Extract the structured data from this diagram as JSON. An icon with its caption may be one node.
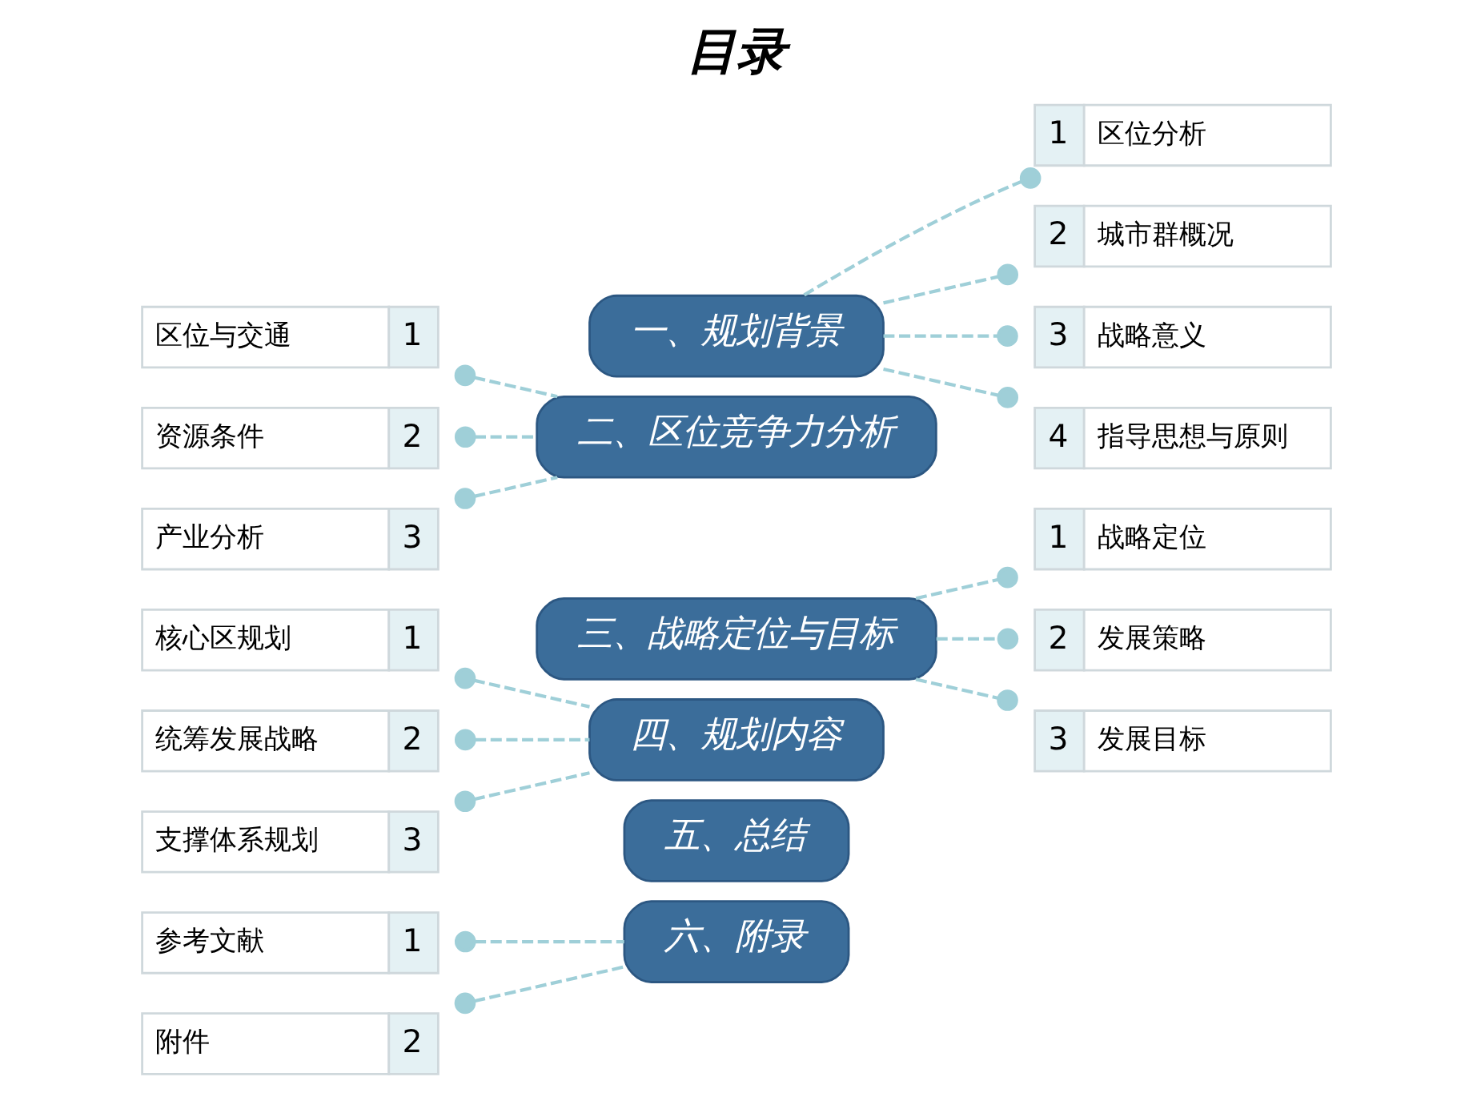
{
  "diagram": {
    "title": "目录",
    "nodes": [
      {
        "text": [
          "一、规划背景"
        ]
      },
      {
        "text": [
          "1",
          "区位分析"
        ]
      },
      {
        "text": [
          "2",
          "城市群概况"
        ]
      },
      {
        "text": [
          "3",
          "战略意义"
        ]
      },
      {
        "text": [
          "4",
          "指导思想与原则"
        ]
      },
      {
        "text": [
          "二、区位竞争力分析"
        ]
      },
      {
        "text": [
          "区位与交通",
          "1"
        ]
      },
      {
        "text": [
          "资源条件",
          "2"
        ]
      },
      {
        "text": [
          "产业分析",
          "3"
        ]
      },
      {
        "text": [
          "三、战略定位与目标"
        ]
      },
      {
        "text": [
          "1",
          "战略定位"
        ]
      },
      {
        "text": [
          "2",
          "发展策略"
        ]
      },
      {
        "text": [
          "3",
          "发展目标"
        ]
      },
      {
        "text": [
          "四、规划内容"
        ]
      },
      {
        "text": [
          "核心区规划",
          "1"
        ]
      },
      {
        "text": [
          "统筹发展战略",
          "2"
        ]
      },
      {
        "text": [
          "支撑体系规划",
          "3"
        ]
      },
      {
        "text": [
          "五、总结"
        ]
      },
      {
        "text": [
          "六、附录"
        ]
      },
      {
        "text": [
          "参考文献",
          "1"
        ]
      },
      {
        "text": [
          "附件",
          "2"
        ]
      }
    ],
    "edges": [
      {
        "from": 0,
        "to": 1,
        "arrow": "other",
        "style": "dashed"
      },
      {
        "from": 0,
        "to": 2,
        "arrow": "other",
        "style": "dashed"
      },
      {
        "from": 0,
        "to": 3,
        "arrow": "other",
        "style": "dashed"
      },
      {
        "from": 0,
        "to": 4,
        "arrow": "other",
        "style": "dashed"
      },
      {
        "from": 5,
        "to": 6,
        "arrow": "other",
        "style": "dashed"
      },
      {
        "from": 5,
        "to": 7,
        "arrow": "other",
        "style": "dashed"
      },
      {
        "from": 5,
        "to": 8,
        "arrow": "other",
        "style": "dashed"
      },
      {
        "from": 9,
        "to": 10,
        "arrow": "other",
        "style": "dashed"
      },
      {
        "from": 9,
        "to": 11,
        "arrow": "other",
        "style": "dashed"
      },
      {
        "from": 9,
        "to": 12,
        "arrow": "other",
        "style": "dashed"
      },
      {
        "from": 13,
        "to": 14,
        "arrow": "other",
        "style": "dashed"
      },
      {
        "from": 13,
        "to": 15,
        "arrow": "other",
        "style": "dashed"
      },
      {
        "from": 13,
        "to": 16,
        "arrow": "other",
        "style": "dashed"
      },
      {
        "from": 18,
        "to": 19,
        "arrow": "other",
        "style": "dashed"
      },
      {
        "from": 18,
        "to": 20,
        "arrow": "other",
        "style": "dashed"
      }
    ]
  }
}
